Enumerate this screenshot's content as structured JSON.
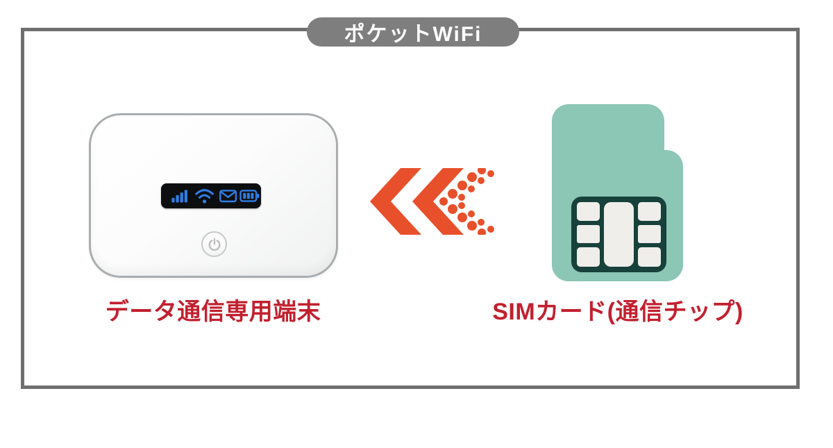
{
  "title_pill": {
    "label": "ポケットWiFi"
  },
  "wifi_device": {
    "label": "データ通信専用端末",
    "display_icons": [
      "signal-bars-icon",
      "wifi-icon",
      "mail-icon",
      "battery-icon"
    ],
    "power_icon": "power-icon"
  },
  "arrow": {
    "icon": "double-chevron-left-icon",
    "direction": "left"
  },
  "sim_card": {
    "label": "SIMカード(通信チップ)",
    "chip_icon": "sim-chip-icon"
  },
  "colors": {
    "background": "#FFFFFF",
    "frame_border": "#6F6F6F",
    "pill_bg": "#7E7E7E",
    "pill_text": "#FFFFFF",
    "label_red": "#C2202F",
    "arrow_orange": "#E8502C",
    "sim_teal": "#8CC6B5",
    "chip_dark": "#17413B",
    "chip_cell": "#EFEEEA",
    "display_bg": "#0D0E10",
    "display_blue": "#2F7DE4",
    "device_border": "#A9ADAF",
    "power_gray": "#B9BBBC"
  }
}
